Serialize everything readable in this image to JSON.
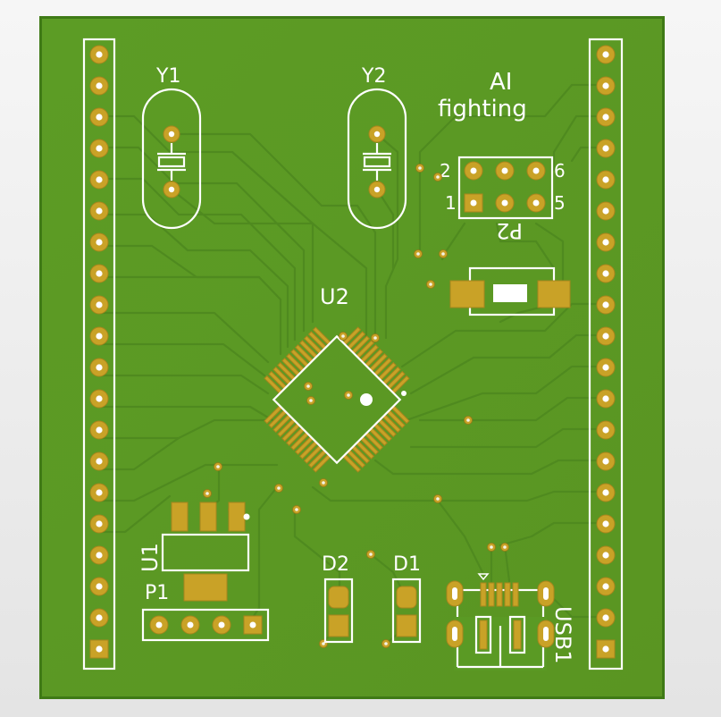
{
  "colors": {
    "board": "#5a9a24",
    "board_edge": "#3f7a16",
    "trace": "#4f8a1f",
    "pad": "#c9a227",
    "silkscreen": "#ffffff"
  },
  "labels": {
    "y1": "Y1",
    "y2": "Y2",
    "u2": "U2",
    "u1": "U1",
    "p1": "P1",
    "p2": "P2",
    "d1": "D1",
    "d2": "D2",
    "usb1": "USB1",
    "brand_line1": "AI",
    "brand_line2": "fighting",
    "p2_pin2": "2",
    "p2_pin6": "6",
    "p2_pin1": "1",
    "p2_pin5": "5"
  },
  "header_left": {
    "pin_count": 20,
    "icon": "pin-header-icon"
  },
  "header_right": {
    "pin_count": 20,
    "icon": "pin-header-icon"
  }
}
